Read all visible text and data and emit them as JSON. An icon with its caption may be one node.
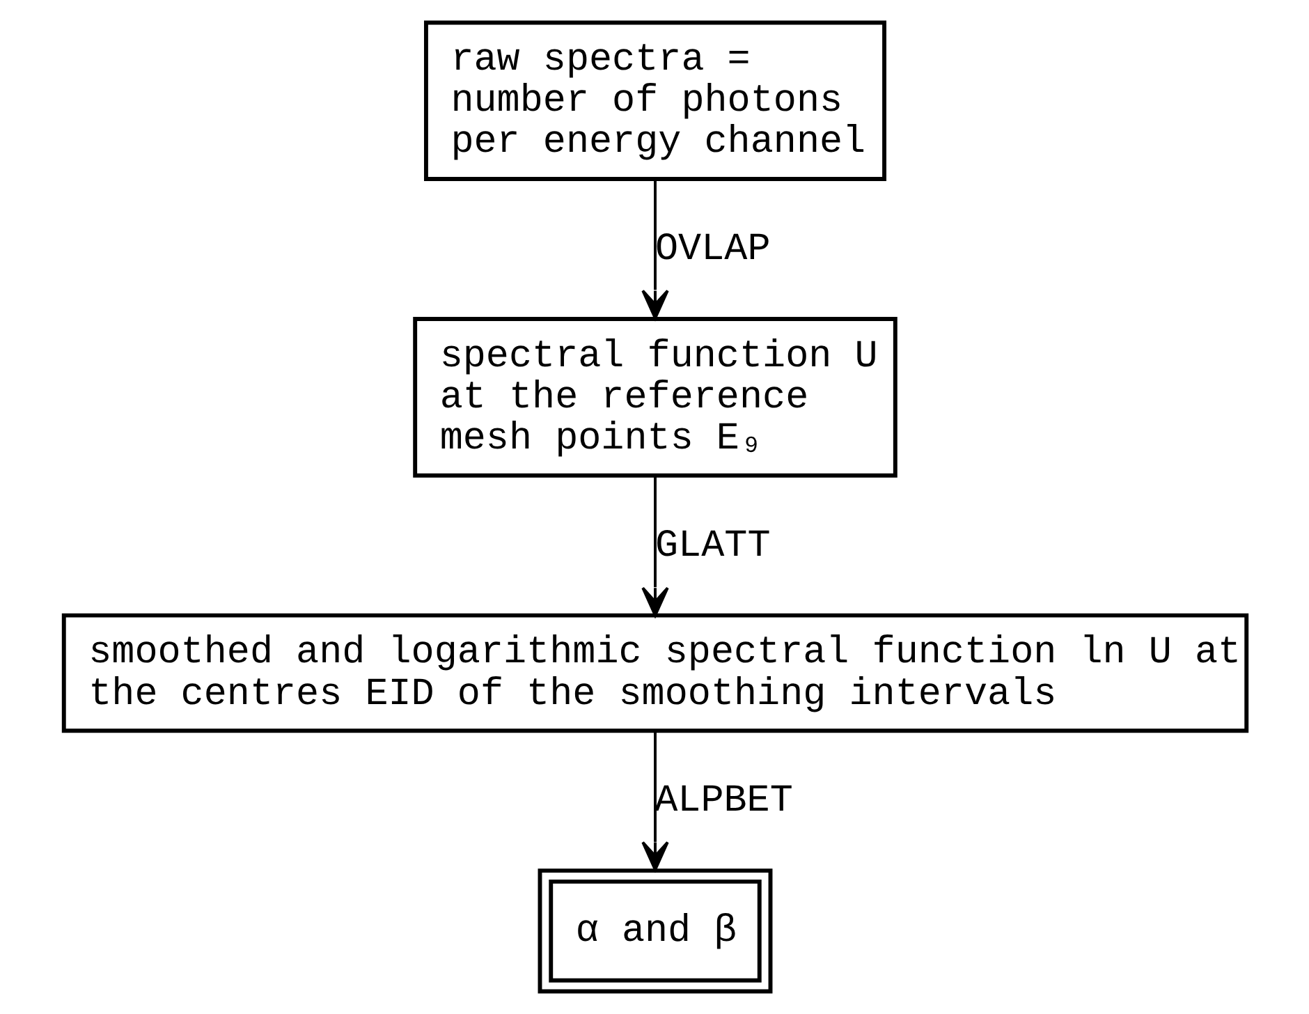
{
  "diagram": {
    "nodes": [
      {
        "text": [
          "raw spectra = number of photons per energy channel"
        ]
      },
      {
        "text": [
          "spectral function U at the reference mesh points E₉"
        ]
      },
      {
        "text": [
          "smoothed and logarithmic spectral function ln U at the centres EID of the smoothing intervals"
        ]
      },
      {
        "text": [
          "α and β"
        ]
      }
    ],
    "edges": [
      {
        "from": 0,
        "to": 1,
        "arrow": "to",
        "label": "OVLAP"
      },
      {
        "from": 1,
        "to": 2,
        "arrow": "to",
        "label": "GLATT"
      },
      {
        "from": 2,
        "to": 3,
        "arrow": "to",
        "label": "ALPBET"
      }
    ]
  }
}
